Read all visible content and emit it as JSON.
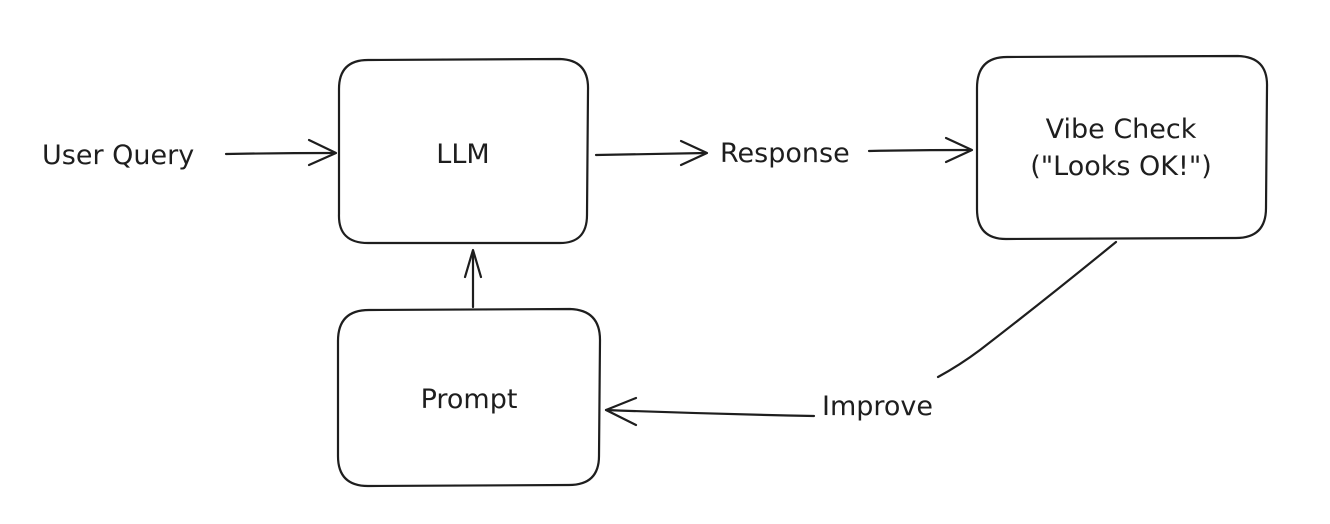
{
  "diagram": {
    "nodes": {
      "llm": {
        "label": "LLM"
      },
      "vibe_check": {
        "line1": "Vibe Check",
        "line2": "(\"Looks OK!\")"
      },
      "prompt": {
        "label": "Prompt"
      }
    },
    "edge_labels": {
      "user_query": "User Query",
      "response": "Response",
      "improve": "Improve"
    },
    "colors": {
      "stroke": "#1e1e1e",
      "background": "#ffffff"
    }
  }
}
